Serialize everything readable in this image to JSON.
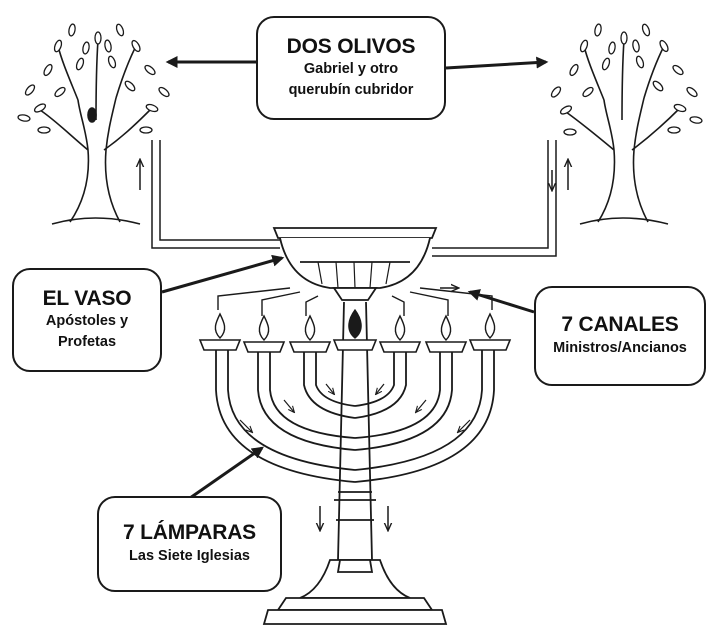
{
  "labels": {
    "olivos": {
      "title": "DOS OLIVOS",
      "lines": [
        "Gabriel y otro",
        "querubín cubridor"
      ]
    },
    "vaso": {
      "title": "EL VASO",
      "lines": [
        "Apóstoles y",
        "Profetas"
      ]
    },
    "canales": {
      "title": "7 CANALES",
      "lines": [
        "Ministros/Ancianos"
      ]
    },
    "lamparas": {
      "title": "7 LÁMPARAS",
      "lines": [
        "Las Siete Iglesias"
      ]
    }
  },
  "colors": {
    "ink": "#1a1a1a",
    "background": "#ffffff"
  },
  "icons": [
    "olive-tree-icon",
    "bowl-icon",
    "menorah-icon",
    "flame-icon",
    "arrow-icon"
  ]
}
